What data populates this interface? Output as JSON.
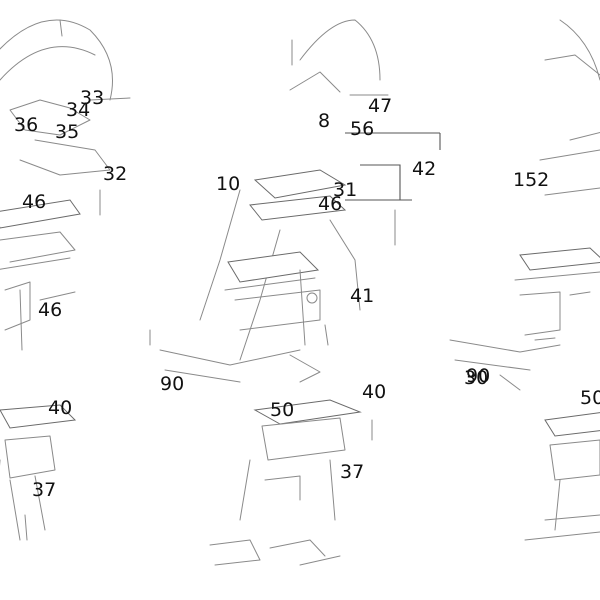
{
  "figure": {
    "callouts": [
      "36",
      "35",
      "34",
      "33",
      "32",
      "46",
      "46",
      "10",
      "90",
      "40",
      "37",
      "8",
      "47",
      "56",
      "42",
      "46",
      "31",
      "41",
      "90",
      "50",
      "40",
      "37",
      "152",
      "30",
      "50"
    ],
    "line_color": "#8a8a8a",
    "background": "#ffffff"
  }
}
